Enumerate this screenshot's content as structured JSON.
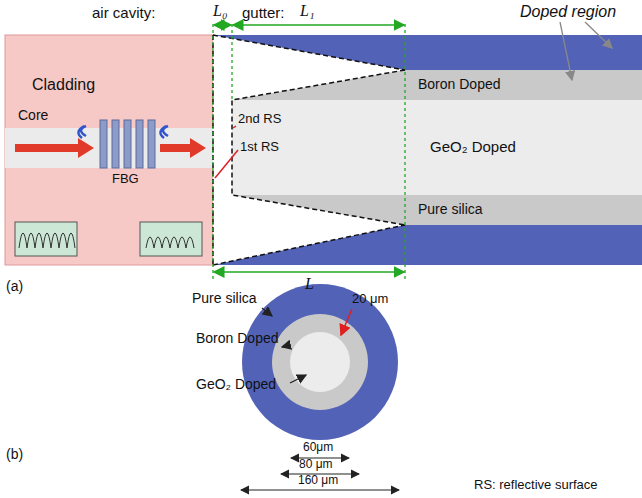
{
  "diagram": {
    "labels": [
      "air cavity:",
      "L₀",
      "gutter:",
      "L₁",
      "Doped region",
      "Cladding",
      "Core",
      "FBG",
      "Boron Doped",
      "2nd RS",
      "GeO₂ Doped",
      "1st RS",
      "Pure silica",
      "L",
      "(a)",
      "Pure silica",
      "20 μm",
      "Boron Doped",
      "GeO₂ Doped",
      "60μm",
      "80 μm",
      "160 μm",
      "(b)",
      "RS: reflective surface"
    ]
  }
}
